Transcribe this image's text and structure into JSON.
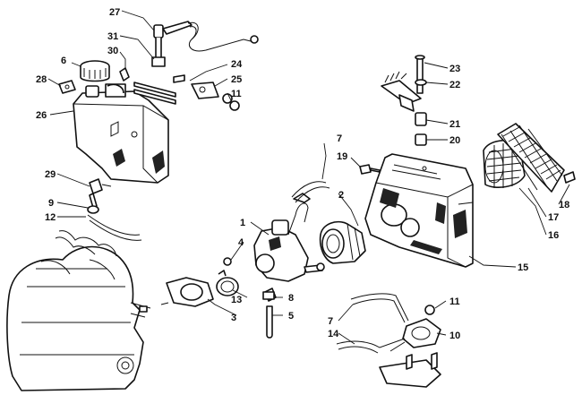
{
  "callouts": [
    {
      "id": "1",
      "label": "1"
    },
    {
      "id": "2",
      "label": "2"
    },
    {
      "id": "3",
      "label": "3"
    },
    {
      "id": "4",
      "label": "4"
    },
    {
      "id": "5",
      "label": "5"
    },
    {
      "id": "6",
      "label": "6"
    },
    {
      "id": "7a",
      "label": "7"
    },
    {
      "id": "7b",
      "label": "7"
    },
    {
      "id": "8",
      "label": "8"
    },
    {
      "id": "9",
      "label": "9"
    },
    {
      "id": "10",
      "label": "10"
    },
    {
      "id": "11a",
      "label": "11"
    },
    {
      "id": "11b",
      "label": "11"
    },
    {
      "id": "12",
      "label": "12"
    },
    {
      "id": "13",
      "label": "13"
    },
    {
      "id": "14",
      "label": "14"
    },
    {
      "id": "15",
      "label": "15"
    },
    {
      "id": "16",
      "label": "16"
    },
    {
      "id": "17",
      "label": "17"
    },
    {
      "id": "18",
      "label": "18"
    },
    {
      "id": "19",
      "label": "19"
    },
    {
      "id": "20",
      "label": "20"
    },
    {
      "id": "21",
      "label": "21"
    },
    {
      "id": "22",
      "label": "22"
    },
    {
      "id": "23",
      "label": "23"
    },
    {
      "id": "24",
      "label": "24"
    },
    {
      "id": "25",
      "label": "25"
    },
    {
      "id": "26",
      "label": "26"
    },
    {
      "id": "27",
      "label": "27"
    },
    {
      "id": "28",
      "label": "28"
    },
    {
      "id": "29",
      "label": "29"
    },
    {
      "id": "30",
      "label": "30"
    },
    {
      "id": "31",
      "label": "31"
    }
  ]
}
